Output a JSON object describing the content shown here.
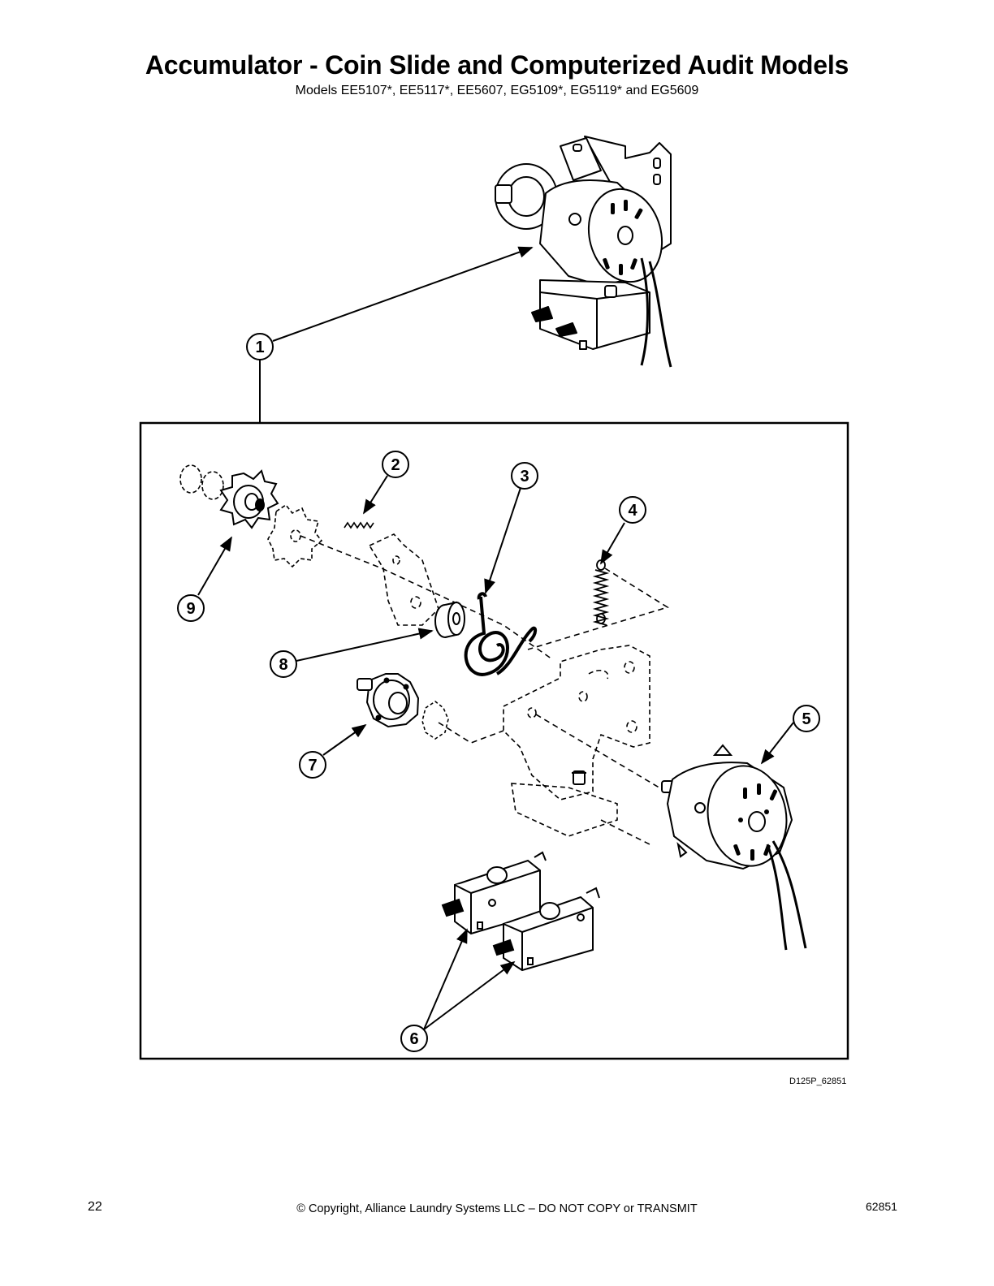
{
  "header": {
    "title": "Accumulator - Coin Slide and Computerized Audit Models",
    "subtitle": "Models EE5107*, EE5117*, EE5607, EG5109*, EG5119* and EG5609"
  },
  "diagram": {
    "callouts": [
      "1",
      "2",
      "3",
      "4",
      "5",
      "6",
      "7",
      "8",
      "9"
    ],
    "drawing_code": "D125P_62851"
  },
  "footer": {
    "page_number": "22",
    "copyright": "© Copyright, Alliance Laundry Systems LLC – DO NOT COPY or TRANSMIT",
    "doc_number": "62851"
  }
}
